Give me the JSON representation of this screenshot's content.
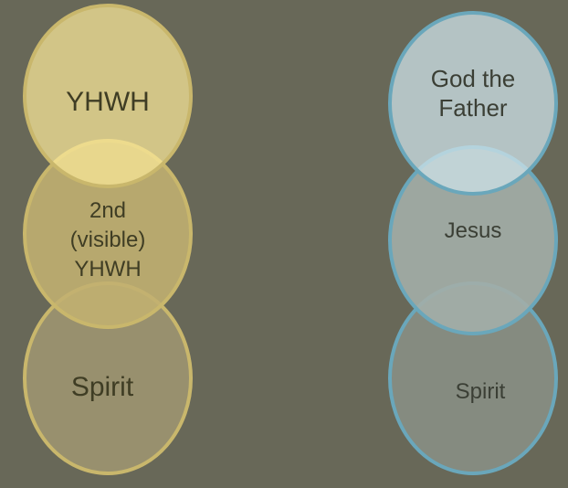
{
  "left_column": {
    "circles": [
      {
        "label_lines": [
          "YHWH"
        ]
      },
      {
        "label_lines": [
          "2nd",
          "(visible)",
          "YHWH"
        ]
      },
      {
        "label_lines": [
          "Spirit"
        ]
      }
    ]
  },
  "right_column": {
    "circles": [
      {
        "label_lines": [
          "God the",
          "Father"
        ]
      },
      {
        "label_lines": [
          "Jesus"
        ]
      },
      {
        "label_lines": [
          "Spirit"
        ]
      }
    ]
  },
  "colors": {
    "background": "#686858",
    "left_stroke": "#c9b76c",
    "left_fills": [
      "#fbe99a",
      "#c1b171",
      "#9c9470"
    ],
    "right_stroke": "#6aa7bb",
    "right_fills": [
      "#cde2e8",
      "#a3aea8",
      "#858b80"
    ]
  }
}
